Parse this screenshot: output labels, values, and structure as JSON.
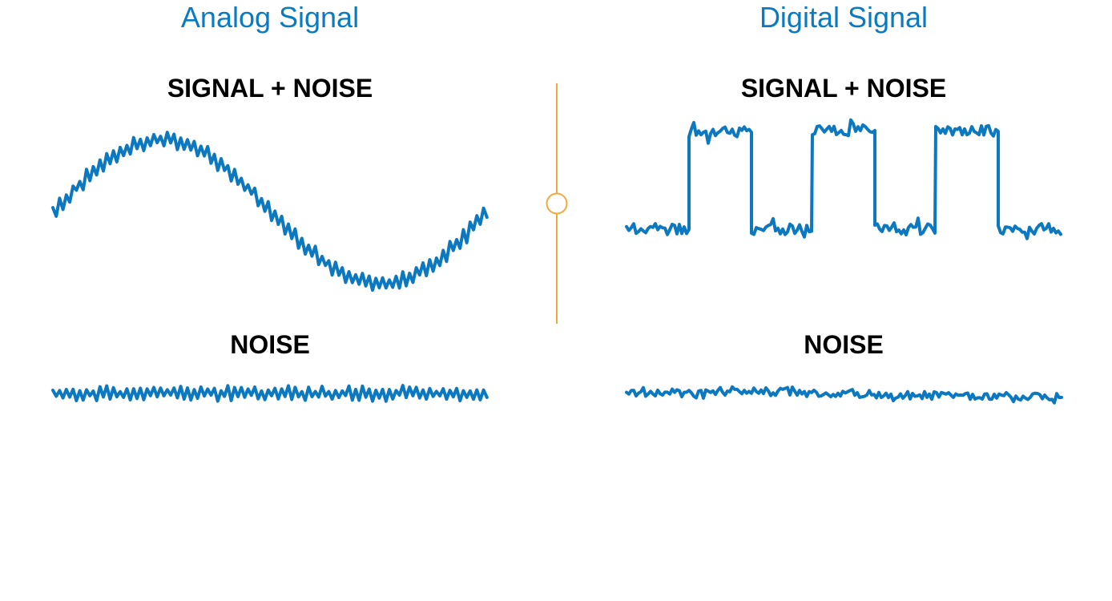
{
  "analog": {
    "title": "Analog Signal",
    "signal_label": "SIGNAL + NOISE",
    "noise_label": "NOISE"
  },
  "digital": {
    "title": "Digital Signal",
    "signal_label": "SIGNAL + NOISE",
    "noise_label": "NOISE"
  },
  "colors": {
    "title": "#0a7bc1",
    "wave": "#0b78bf",
    "divider": "#f2a93b",
    "label": "#000000"
  },
  "waveforms": {
    "analog_signal": {
      "shape": "sine",
      "cycles": 1,
      "noise": "jagged"
    },
    "analog_noise": {
      "shape": "flat",
      "noise": "jagged"
    },
    "digital_signal": {
      "shape": "square",
      "levels": [
        "low",
        "high"
      ],
      "sequence": [
        "low",
        "high",
        "low",
        "high",
        "low",
        "high",
        "low"
      ],
      "noise": "small"
    },
    "digital_noise": {
      "shape": "flat",
      "noise": "small"
    }
  },
  "divider": {
    "type": "vertical-line-with-circle-handle"
  }
}
